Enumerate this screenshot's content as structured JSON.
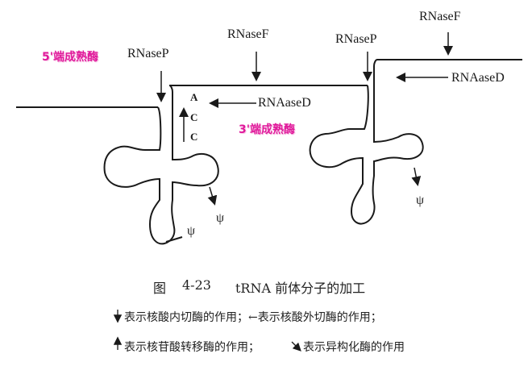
{
  "labels": {
    "five_prime_mature": "5'端成熟酶",
    "three_prime_mature": "3'端成熟酶",
    "rnase_p_left": "RNaseP",
    "rnase_f_mid": "RNaseF",
    "rnase_p_right": "RNaseP",
    "rnase_f_right": "RNaseF",
    "rnase_d_mid": "RNAaseD",
    "rnase_d_right": "RNAaseD",
    "acc": [
      "A",
      "C",
      "C"
    ],
    "psi_1": "ψ",
    "psi_2": "ψ",
    "psi_3": "ψ"
  },
  "caption": {
    "figure_word": "图",
    "figure_number": "4-23",
    "title": "tRNA 前体分子的加工"
  },
  "legend": {
    "line1": "表示核酸内切酶的作用；←表示核酸外切酶的作用；",
    "line2": "表示核苷酸转移酶的作用；",
    "line2b": "表示异构化酶的作用"
  },
  "colors": {
    "stroke": "#1a1a1a",
    "accent_pink": "#e0189a"
  }
}
